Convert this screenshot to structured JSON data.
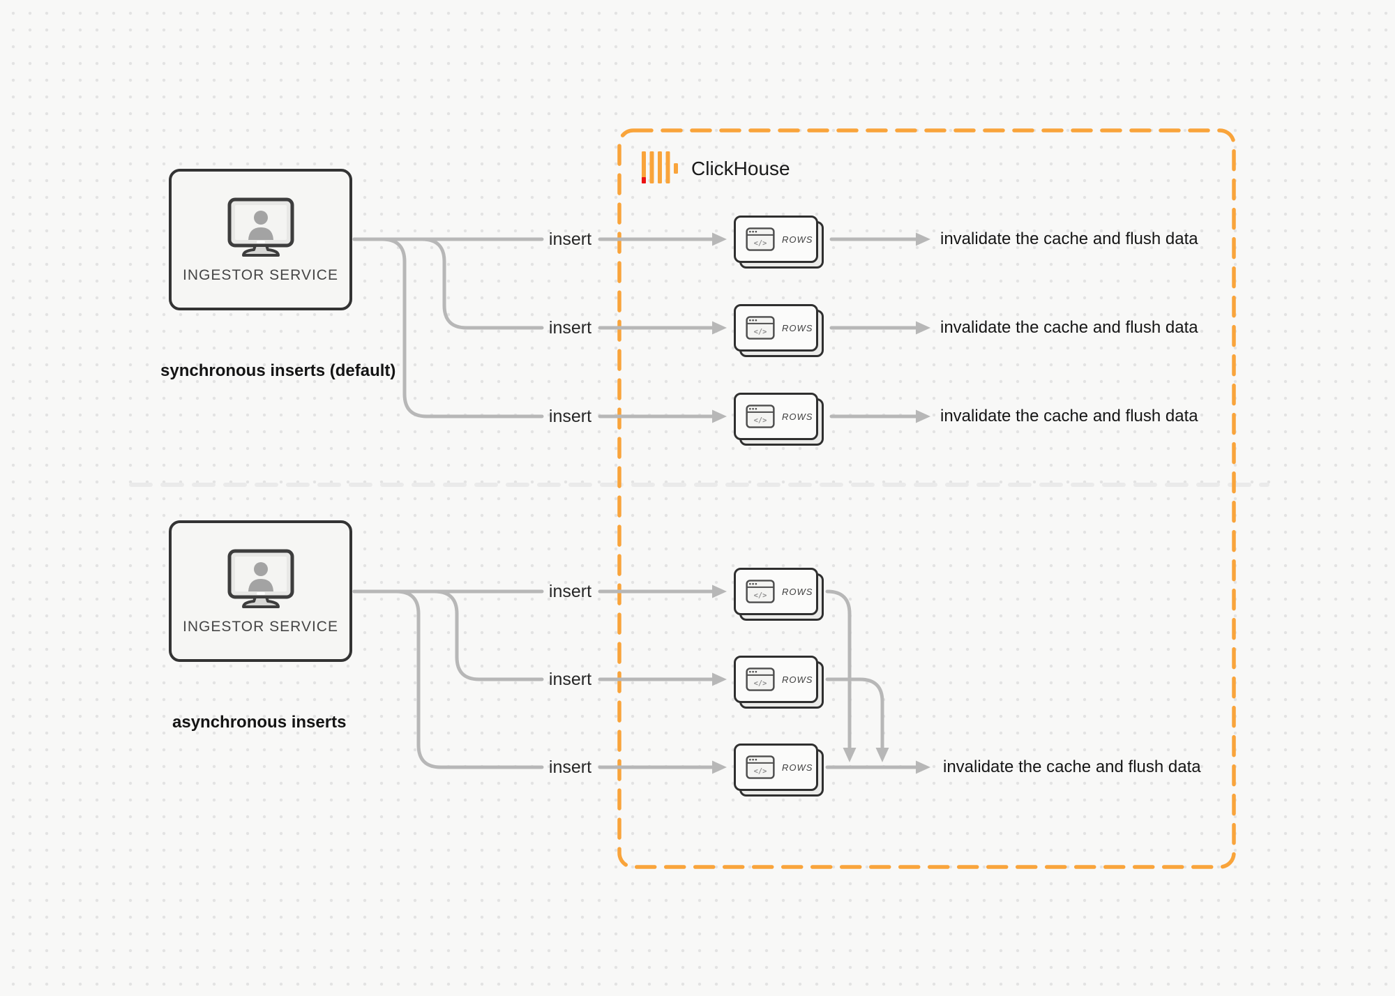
{
  "colors": {
    "accent_orange": "#F9A43B",
    "logo_red": "#EC1313",
    "connector_gray": "#B7B7B7",
    "divider_gray": "#EAEAEA",
    "border_dark": "#333333"
  },
  "icons": {
    "code_glyph": "</>"
  },
  "clickhouse": {
    "label": "ClickHouse"
  },
  "sync": {
    "service_label": "INGESTOR SERVICE",
    "caption": "synchronous inserts (default)",
    "rows": [
      {
        "insert_label": "insert",
        "node_label": "ROWS",
        "result_label": "invalidate the cache and flush data"
      },
      {
        "insert_label": "insert",
        "node_label": "ROWS",
        "result_label": "invalidate the cache and flush data"
      },
      {
        "insert_label": "insert",
        "node_label": "ROWS",
        "result_label": "invalidate the cache and flush data"
      }
    ]
  },
  "async": {
    "service_label": "INGESTOR SERVICE",
    "caption": "asynchronous inserts",
    "rows": [
      {
        "insert_label": "insert",
        "node_label": "ROWS"
      },
      {
        "insert_label": "insert",
        "node_label": "ROWS"
      },
      {
        "insert_label": "insert",
        "node_label": "ROWS"
      }
    ],
    "result_label": "invalidate the cache and flush data"
  }
}
